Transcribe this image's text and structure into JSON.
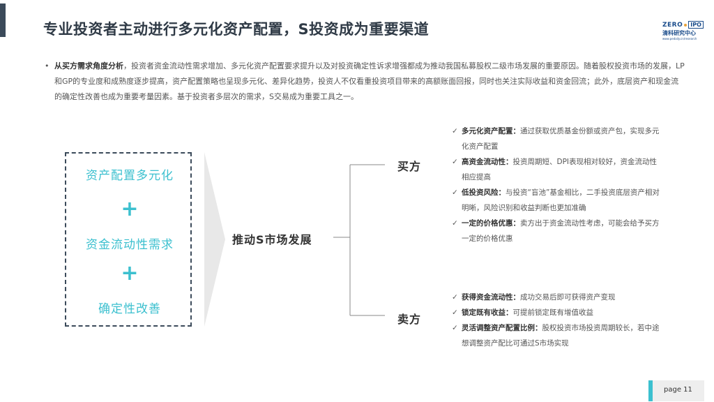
{
  "title": "专业投资者主动进行多元化资产配置，S投资成为重要渠道",
  "logo": {
    "zero": "ZERO",
    "ipo": "IPO",
    "cn": "清科研究中心",
    "url": "www.pedaily.cn/research"
  },
  "intro": {
    "bullet": "•",
    "lead": "从买方需求角度分析",
    "text": "，投资者资金流动性需求增加、多元化资产配置要求提升以及对投资确定性诉求增强都成为推动我国私募股权二级市场发展的重要原因。随着股权投资市场的发展，LP和GP的专业度和成熟度逐步提高，资产配置策略也呈现多元化、差异化趋势，投资人不仅看重投资项目带来的高额账面回报，同时也关注实际收益和资金回流；此外，底层资产和现金流的确定性改善也成为重要考量因素。基于投资者多层次的需求，S交易成为重要工具之一。"
  },
  "factors": [
    "资产配置多元化",
    "资金流动性需求",
    "确定性改善"
  ],
  "plus": "+",
  "center": "推动S市场发展",
  "buyer": {
    "label": "买方",
    "points": [
      {
        "head": "多元化资产配置：",
        "text": "通过获取优质基金份额或资产包，实现多元化资产配置"
      },
      {
        "head": "高资金流动性：",
        "text": "投资周期短、DPI表现相对较好，资金流动性相应提高"
      },
      {
        "head": "低投资风险：",
        "text": "与投资“盲池”基金相比，二手投资底层资产相对明晰，风险识别和收益判断也更加准确"
      },
      {
        "head": "一定的价格优惠：",
        "text": "卖方出于资金流动性考虑，可能会给予买方一定的价格优惠"
      }
    ]
  },
  "seller": {
    "label": "卖方",
    "points": [
      {
        "head": "获得资金流动性：",
        "text": "成功交易后即可获得资产变现"
      },
      {
        "head": "锁定既有收益：",
        "text": "可提前锁定既有增值收益"
      },
      {
        "head": "灵活调整资产配置比例：",
        "text": "股权投资市场投资周期较长，若中途想调整资产配比可通过S市场实现"
      }
    ]
  },
  "check": "✓",
  "page": "page  11",
  "colors": {
    "accent": "#3cc0cf",
    "dark": "#3b4a5a"
  }
}
